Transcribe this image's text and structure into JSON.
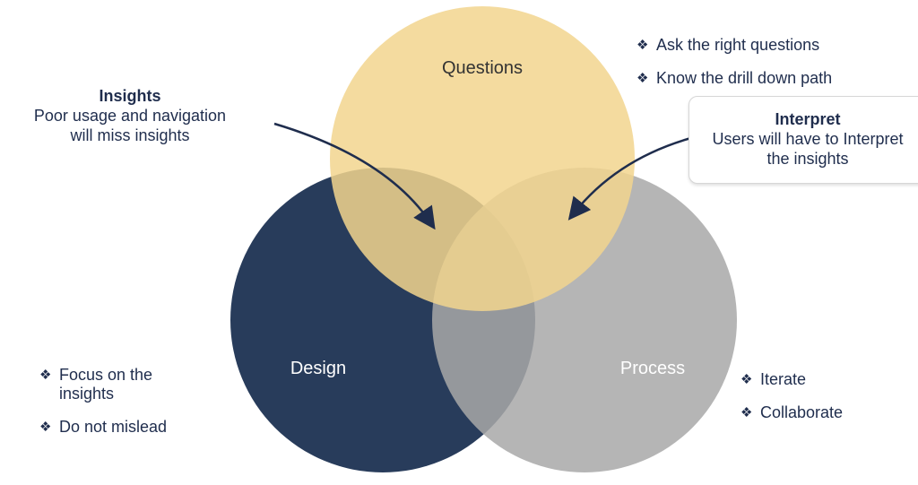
{
  "diagram": {
    "circles": [
      {
        "id": "questions",
        "label": "Questions",
        "color": "#f2d58e",
        "opacity": 0.85
      },
      {
        "id": "design",
        "label": "Design",
        "color": "#283c5b",
        "opacity": 1.0
      },
      {
        "id": "process",
        "label": "Process",
        "color": "#a8a8a8",
        "opacity": 0.85
      }
    ],
    "label_colors": {
      "questions": "#333333",
      "design": "#ffffff",
      "process": "#ffffff"
    },
    "arrow_color": "#1f2d4d"
  },
  "notes": {
    "insights": {
      "title": "Insights",
      "text_line1": "Poor usage and navigation",
      "text_line2": "will miss insights"
    },
    "interpret": {
      "title": "Interpret",
      "text_line1": "Users will have to Interpret",
      "text_line2": "the insights"
    }
  },
  "bullets": {
    "marker": "❖",
    "questions": [
      "Ask the right questions",
      "Know the drill down path"
    ],
    "design": [
      "Focus on the insights",
      "Do not mislead"
    ],
    "process": [
      "Iterate",
      "Collaborate"
    ]
  }
}
